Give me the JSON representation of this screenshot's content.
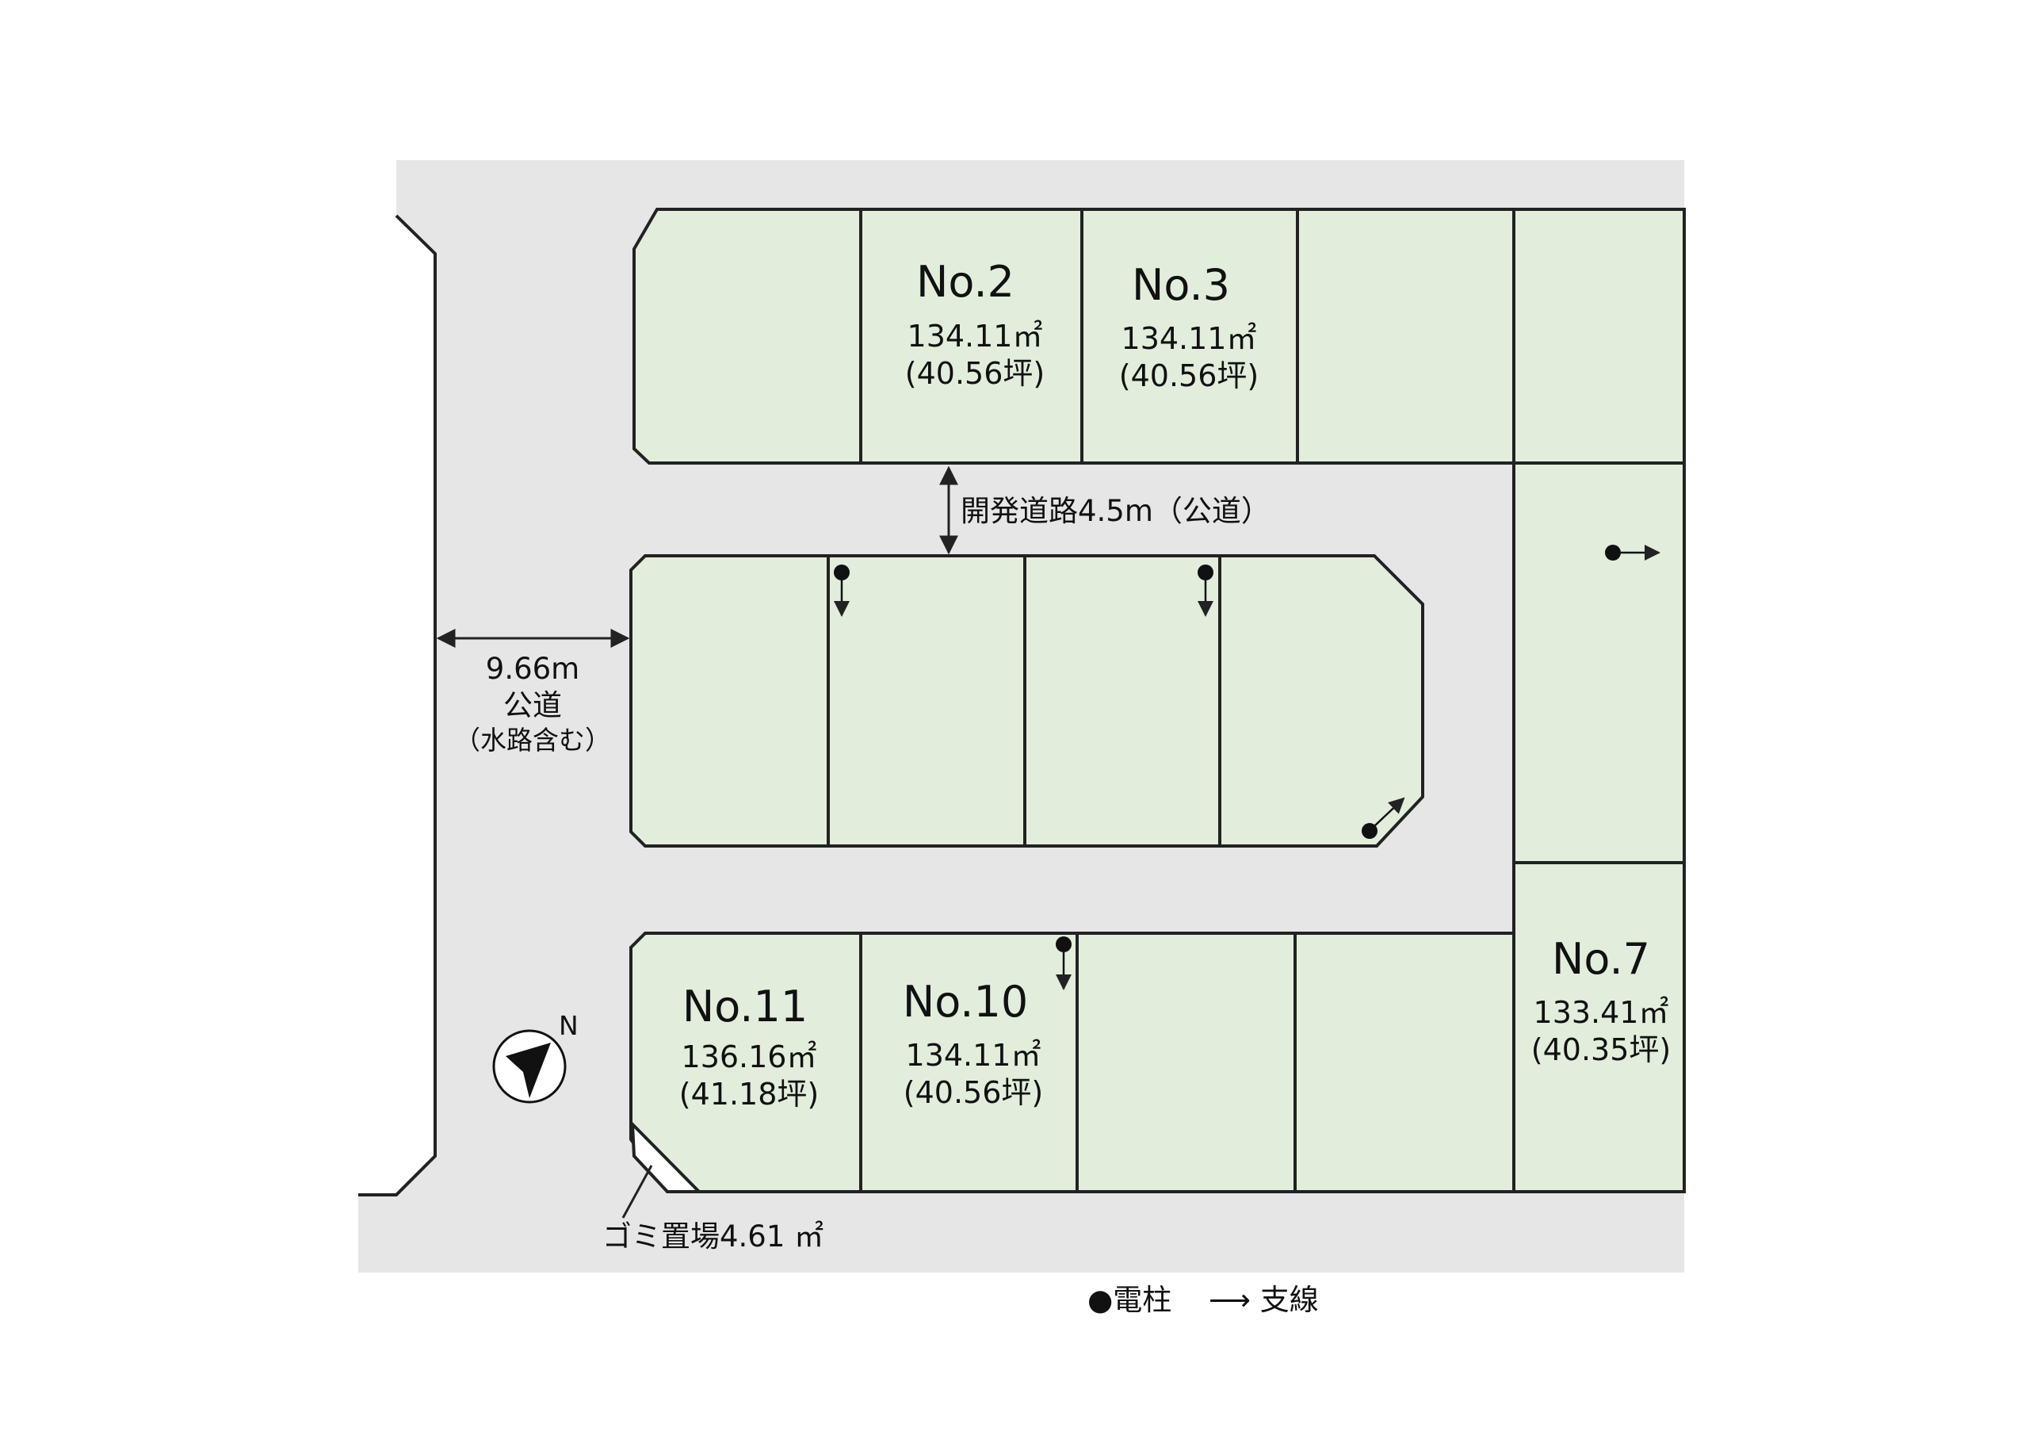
{
  "lots": [
    {
      "id": "no2",
      "name": "No.2",
      "area": "134.11㎡",
      "tsubo": "(40.56坪)"
    },
    {
      "id": "no3",
      "name": "No.3",
      "area": "134.11㎡",
      "tsubo": "(40.56坪)"
    },
    {
      "id": "no7",
      "name": "No.7",
      "area": "133.41㎡",
      "tsubo": "(40.35坪)"
    },
    {
      "id": "no10",
      "name": "No.10",
      "area": "134.11㎡",
      "tsubo": "(40.56坪)"
    },
    {
      "id": "no11",
      "name": "No.11",
      "area": "136.16㎡",
      "tsubo": "(41.18坪)"
    }
  ],
  "roads": {
    "dev_road": "開発道路4.5m（公道）",
    "public_width": "9.66m",
    "public_label": "公道",
    "public_note": "（水路含む）"
  },
  "garbage": "ゴミ置場4.61 ㎡",
  "compass": "N",
  "legend": {
    "pole": "●電柱",
    "guy": "⟶ 支線"
  },
  "colors": {
    "lot": "#e2eedb",
    "road": "#e6e6e7",
    "line": "#222222"
  }
}
